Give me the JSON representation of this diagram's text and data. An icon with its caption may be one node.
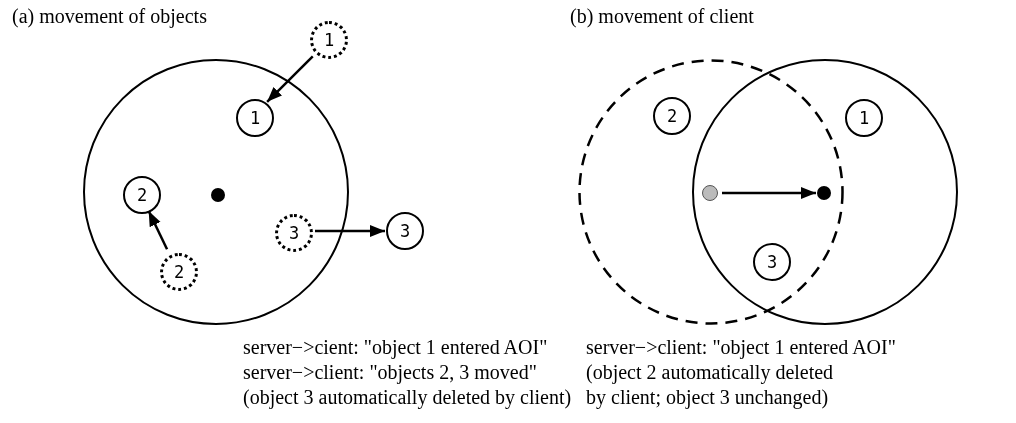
{
  "diagram": {
    "nodes": [
      {
        "text": [],
        "shape": "circle"
      },
      {
        "text": [
          "1"
        ]
      },
      {
        "text": [
          "1"
        ],
        "in": 0
      },
      {
        "text": [
          "2"
        ],
        "in": 0
      },
      {
        "text": [],
        "shape": "circle",
        "in": 0
      },
      {
        "text": [
          "2"
        ],
        "in": 0
      },
      {
        "text": [
          "3"
        ],
        "in": 0
      },
      {
        "text": [
          "3"
        ]
      },
      {
        "text": [],
        "shape": "circle"
      },
      {
        "text": [],
        "shape": "circle"
      },
      {
        "text": [
          "2"
        ],
        "in": 8
      },
      {
        "text": [
          "1"
        ],
        "in": 9
      },
      {
        "text": [],
        "shape": "circle"
      },
      {
        "text": [],
        "shape": "circle"
      },
      {
        "text": [
          "3"
        ]
      }
    ],
    "edges": [
      {
        "from": 1,
        "to": 2,
        "arrow": "to"
      },
      {
        "from": 5,
        "to": 3,
        "arrow": "to"
      },
      {
        "from": 6,
        "to": 7,
        "arrow": "to"
      },
      {
        "from": 12,
        "to": 13,
        "arrow": "to"
      }
    ],
    "labels": [
      "(a) movement of objects",
      "(b) movement of client",
      "server−>cient: \"object 1 entered AOI\"",
      "server−>client: \"objects 2, 3 moved\"",
      "(object 3 automatically deleted by client)",
      "server−>client: \"object 1 entered AOI\"",
      "(object 2 automatically deleted by client; object 3 unchanged)"
    ]
  }
}
